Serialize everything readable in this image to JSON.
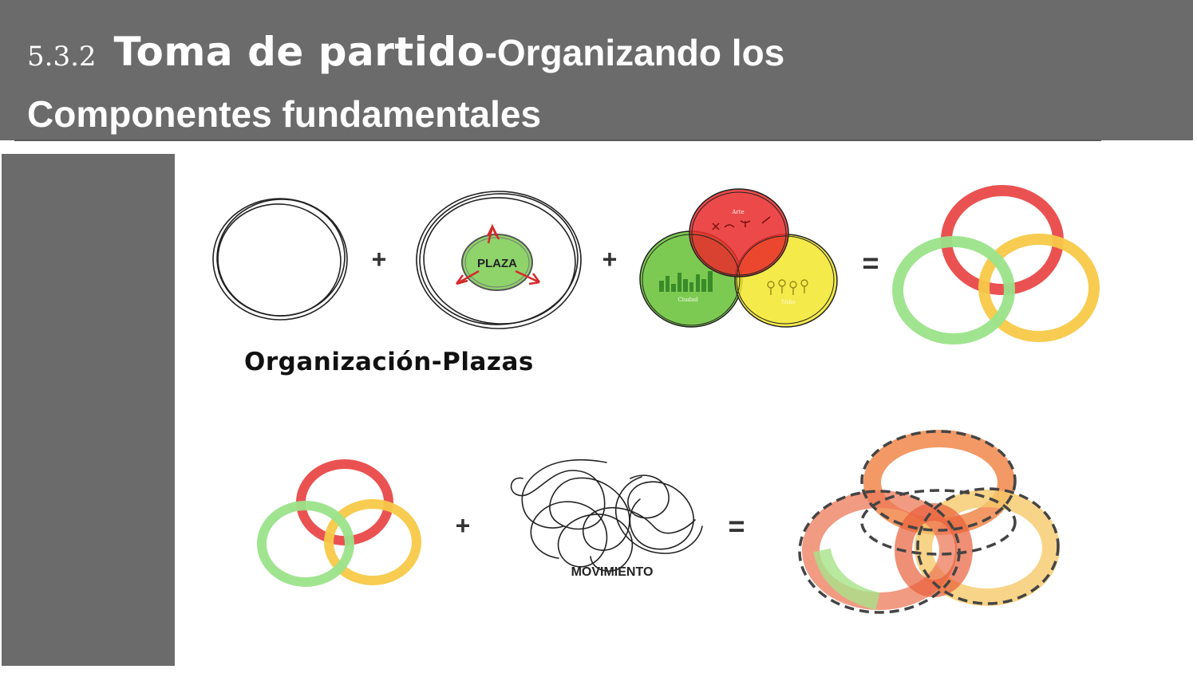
{
  "header": {
    "number": "5.3.2",
    "title_main": "Toma de partido",
    "title_rest": "-Organizando los",
    "title_line2": "Componentes fundamentales"
  },
  "diagram": {
    "plaza_label": "PLAZA",
    "venn_labels": {
      "top": "Arte",
      "left": "Ciudad",
      "right": "Niño"
    },
    "operators": {
      "plus": "+",
      "equals": "="
    },
    "caption": "Organización-Plazas",
    "movement_label": "MOVIMIENTO"
  },
  "colors": {
    "header_bg": "#6b6b6b",
    "red": "#ea5252",
    "yellow": "#f7c948",
    "green": "#9be38a"
  }
}
